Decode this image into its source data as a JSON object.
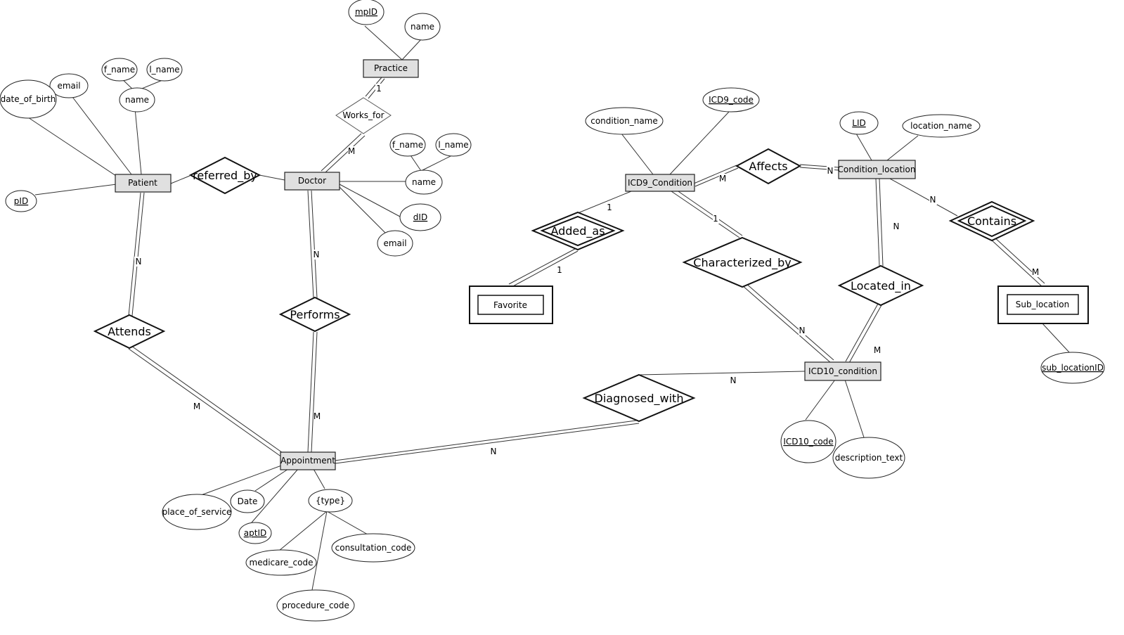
{
  "entities": {
    "patient": "Patient",
    "doctor": "Doctor",
    "practice": "Practice",
    "appointment": "Appointment",
    "icd9_condition": "ICD9_Condition",
    "condition_location": "Condition_location",
    "icd10_condition": "ICD10_condition",
    "favorite": "Favorite",
    "sub_location": "Sub_location"
  },
  "relationships": {
    "referred_by": "referred_by",
    "works_for": "Works_for",
    "attends": "Attends",
    "performs": "Performs",
    "diagnosed_with": "Diagnosed_with",
    "affects": "Affects",
    "added_as": "Added_as",
    "characterized_by": "Characterized_by",
    "located_in": "Located_in",
    "contains": "Contains"
  },
  "attributes": {
    "mpid": "mpID",
    "practice_name": "name",
    "patient_f_name": "f_name",
    "patient_l_name": "l_name",
    "patient_email": "email",
    "patient_name": "name",
    "date_of_birth": "date_of_birth",
    "pid": "pID",
    "doctor_f_name": "f_name",
    "doctor_l_name": "l_name",
    "doctor_name": "name",
    "did": "dID",
    "doctor_email": "email",
    "condition_name": "condition_name",
    "icd9_code": "ICD9_code",
    "lid": "LID",
    "location_name": "location_name",
    "sub_locationid": "sub_locationID",
    "icd10_code": "ICD10_code",
    "description_text": "description_text",
    "place_of_service": "place_of_service",
    "date": "Date",
    "aptid": "aptID",
    "type": "{type}",
    "medicare_code": "medicare_code",
    "consultation_code": "consultation_code",
    "procedure_code": "procedure_code"
  },
  "cardinalities": {
    "practice_works_for": "1",
    "doctor_works_for": "M",
    "patient_attends": "N",
    "appointment_attends": "M",
    "doctor_performs": "N",
    "appointment_performs": "M",
    "appointment_diagnosed": "N",
    "icd10_diagnosed": "N",
    "icd9_affects": "M",
    "location_affects": "N",
    "icd9_added_as": "1",
    "favorite_added_as": "1",
    "icd9_characterized": "1",
    "icd10_characterized": "N",
    "location_located_in": "N",
    "icd10_located_in": "M",
    "location_contains": "N",
    "sub_location_contains": "M"
  }
}
